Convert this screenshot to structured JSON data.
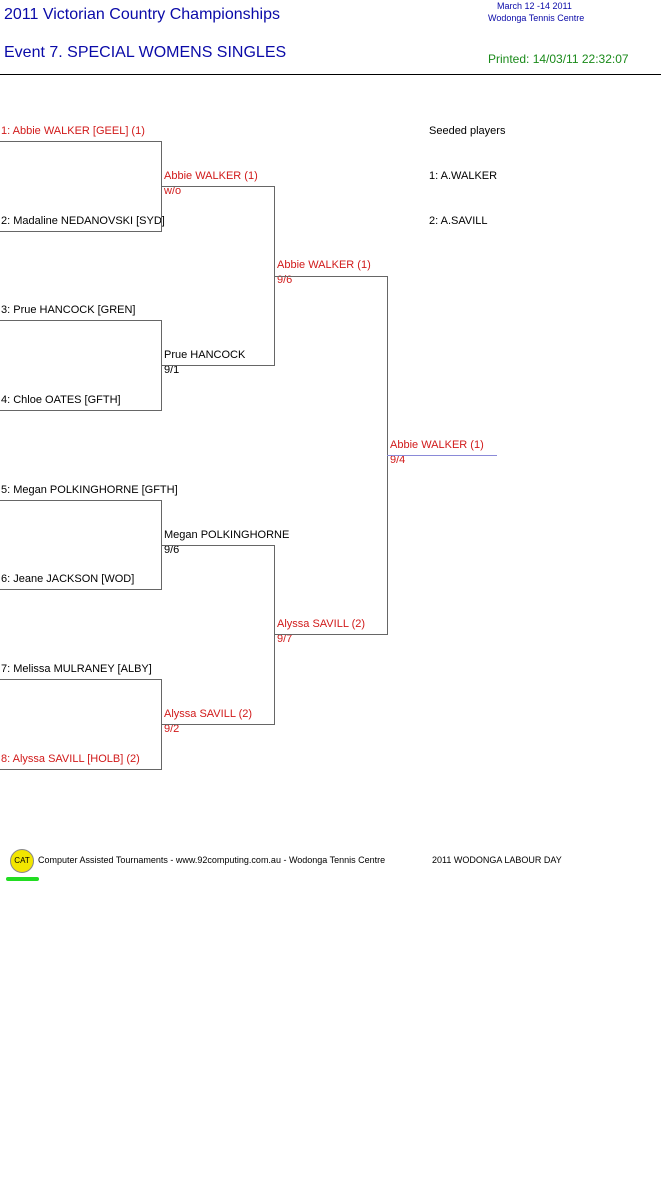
{
  "header": {
    "title": "2011 Victorian Country Championships",
    "event": "Event 7. SPECIAL WOMENS SINGLES",
    "dates": "March 12 -14 2011",
    "venue": "Wodonga Tennis Centre",
    "printed": "Printed: 14/03/11 22:32:07"
  },
  "round1": [
    {
      "label": "1: Abbie WALKER [GEEL] (1)",
      "seeded": true
    },
    {
      "label": "2: Madaline NEDANOVSKI [SYD]",
      "seeded": false
    },
    {
      "label": "3: Prue HANCOCK [GREN]",
      "seeded": false
    },
    {
      "label": "4: Chloe OATES [GFTH]",
      "seeded": false
    },
    {
      "label": "5: Megan POLKINGHORNE [GFTH]",
      "seeded": false
    },
    {
      "label": "6: Jeane JACKSON [WOD]",
      "seeded": false
    },
    {
      "label": "7: Melissa MULRANEY [ALBY]",
      "seeded": false
    },
    {
      "label": "8: Alyssa SAVILL [HOLB] (2)",
      "seeded": true
    }
  ],
  "round2": [
    {
      "name": "Abbie WALKER (1)",
      "score": "w/o",
      "seeded": true
    },
    {
      "name": "Prue HANCOCK",
      "score": "9/1",
      "seeded": false
    },
    {
      "name": "Megan POLKINGHORNE",
      "score": "9/6",
      "seeded": false
    },
    {
      "name": "Alyssa SAVILL (2)",
      "score": "9/2",
      "seeded": true
    }
  ],
  "semifinals": [
    {
      "name": "Abbie WALKER (1)",
      "score": "9/6",
      "seeded": true
    },
    {
      "name": "Alyssa SAVILL (2)",
      "score": "9/7",
      "seeded": true
    }
  ],
  "final": {
    "name": "Abbie WALKER (1)",
    "score": "9/4",
    "seeded": true
  },
  "seeds": {
    "heading": "Seeded players",
    "items": [
      "1: A.WALKER",
      "2: A.SAVILL"
    ]
  },
  "footer": {
    "logo_text": "CAT",
    "credit": "Computer Assisted Tournaments - www.92computing.com.au -  Wodonga Tennis Centre",
    "tournament": "2011 WODONGA LABOUR DAY"
  }
}
